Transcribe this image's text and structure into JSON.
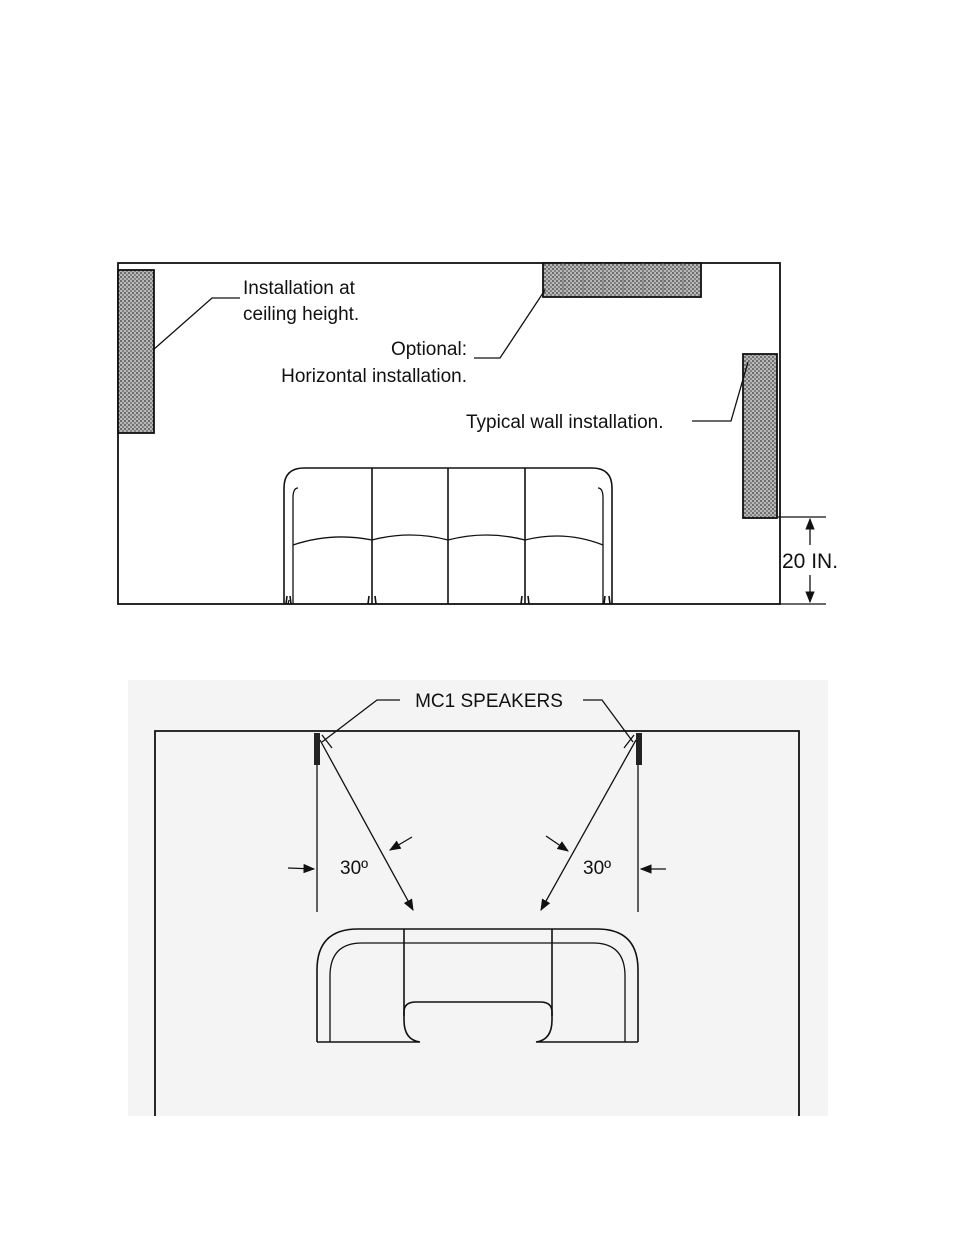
{
  "front_view": {
    "ceiling_label_line1": "Installation at",
    "ceiling_label_line2": "ceiling height.",
    "optional_label_line1": "Optional:",
    "optional_label_line2": "Horizontal installation.",
    "typical_label": "Typical wall installation.",
    "dimension_label": "20 IN."
  },
  "top_view": {
    "speakers_label": "MC1 SPEAKERS",
    "angle_left": "30º",
    "angle_right": "30º"
  }
}
